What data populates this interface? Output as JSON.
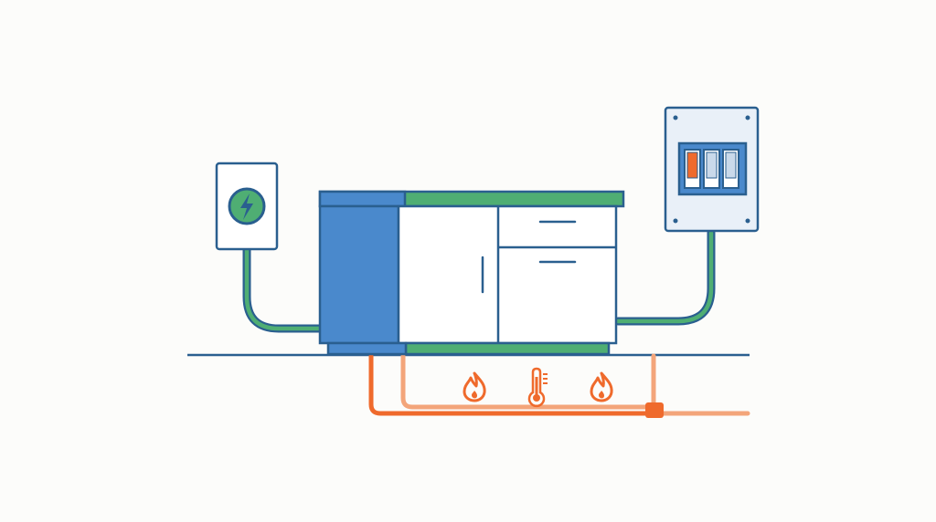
{
  "colors": {
    "background": "#fcfcfa",
    "outline": "#2a5f8f",
    "blue": "#4a89cc",
    "green": "#4fae73",
    "orange": "#ef6a2c",
    "orange_light": "#f3a57a",
    "panel_fill": "#e9f0f8",
    "cabinet_fill": "#ffffff"
  },
  "breaker_panel": {
    "switches": [
      {
        "state": "tripped",
        "color": "#ef6a2c"
      },
      {
        "state": "on",
        "color": "#c9d9ea"
      },
      {
        "state": "on",
        "color": "#c9d9ea"
      }
    ]
  },
  "icons": {
    "outlet": "lightning-bolt-icon",
    "heat_left": "flame-icon",
    "temperature": "thermometer-icon",
    "heat_right": "flame-icon"
  }
}
